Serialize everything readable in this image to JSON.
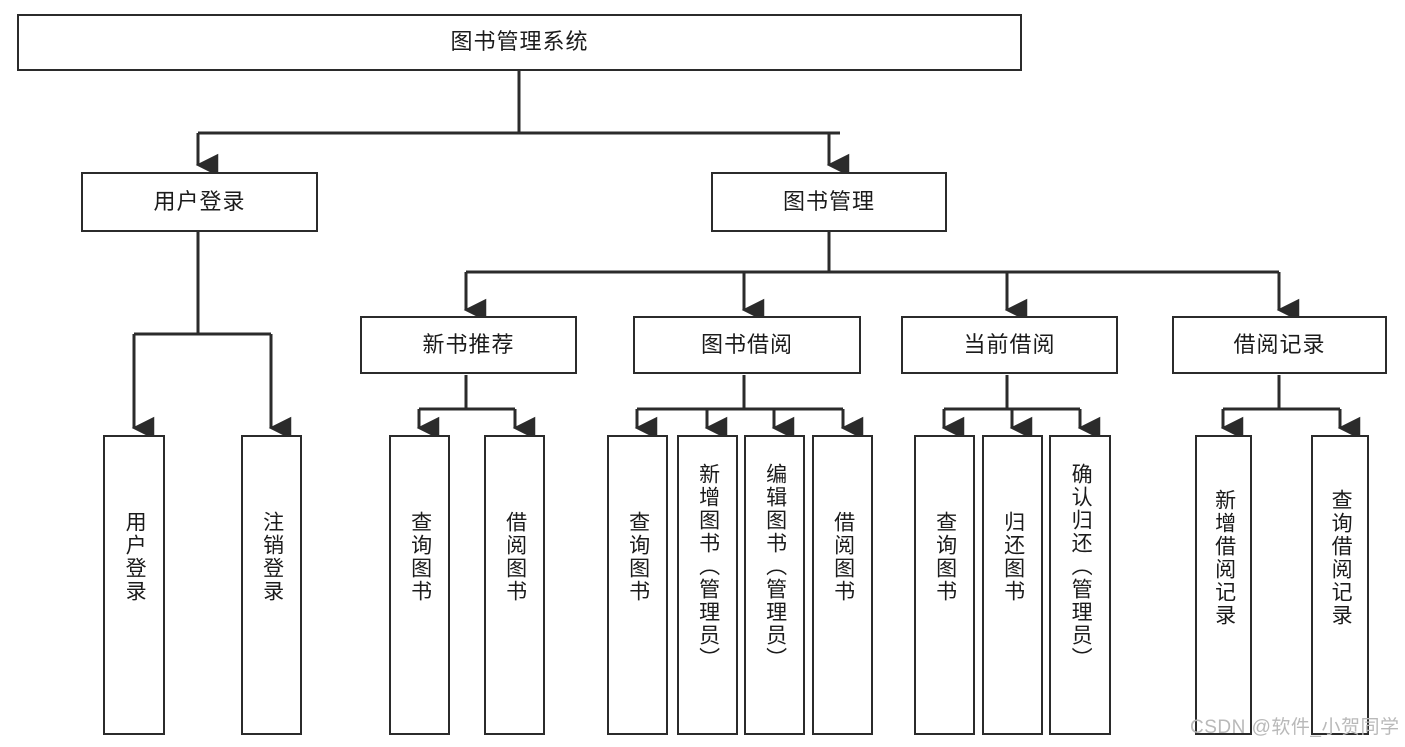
{
  "diagram": {
    "title": "图书管理系统",
    "type": "functional-decomposition-tree",
    "colors": {
      "box_border": "#2b2b2b",
      "box_fill": "#ffffff",
      "edge": "#2b2b2b",
      "text": "#1b1b1b",
      "watermark": "#b9b9b9"
    },
    "root": {
      "label": "图书管理系统"
    },
    "level2": [
      {
        "label": "用户登录"
      },
      {
        "label": "图书管理"
      }
    ],
    "level3": [
      {
        "label": "新书推荐"
      },
      {
        "label": "图书借阅"
      },
      {
        "label": "当前借阅"
      },
      {
        "label": "借阅记录"
      }
    ],
    "leaves": {
      "user_login": [
        {
          "label": "用户登录"
        },
        {
          "label": "注销登录"
        }
      ],
      "new_book_recommend": [
        {
          "label": "查询图书"
        },
        {
          "label": "借阅图书"
        }
      ],
      "book_borrow": [
        {
          "label": "查询图书"
        },
        {
          "label": "新增图书（管理员）"
        },
        {
          "label": "编辑图书（管理员）"
        },
        {
          "label": "借阅图书"
        }
      ],
      "current_borrow": [
        {
          "label": "查询图书"
        },
        {
          "label": "归还图书"
        },
        {
          "label": "确认归还（管理员）"
        }
      ],
      "borrow_record": [
        {
          "label": "新增借阅记录"
        },
        {
          "label": "查询借阅记录"
        }
      ]
    }
  },
  "watermark": {
    "text": "CSDN @软件_小贺同学"
  }
}
